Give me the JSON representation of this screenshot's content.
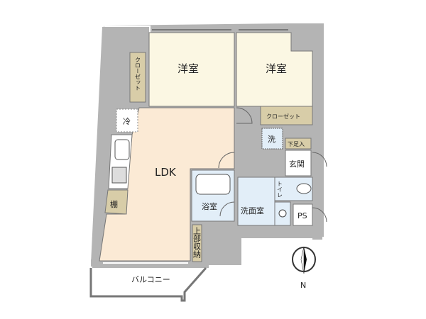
{
  "rooms": {
    "western_room_1": "洋室",
    "western_room_2": "洋室",
    "closet_left": "クローゼット",
    "closet_right": "クローゼット",
    "refrigerator": "冷",
    "ldk": "LDK",
    "shelf": "棚",
    "upper_storage": "上部収納",
    "bathroom": "浴室",
    "washroom": "洗面室",
    "toilet": "トイレ",
    "washer": "洗",
    "shoe_storage": "下足入",
    "entrance": "玄関",
    "pipe_space": "PS",
    "balcony": "バルコニー"
  },
  "compass": {
    "label": "N"
  },
  "colors": {
    "wall": "#b4b4b4",
    "room": "#fbf7e3",
    "ldk": "#fbead5",
    "storage": "#d8cda8",
    "wet": "#e2eef8"
  }
}
